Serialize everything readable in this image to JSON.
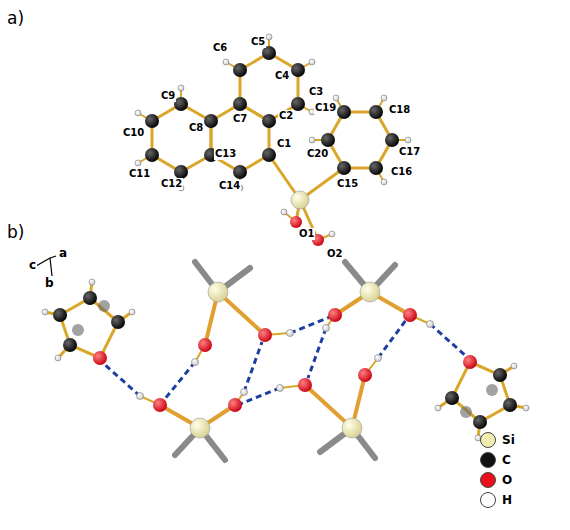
{
  "diagram": {
    "labels": [
      "a)",
      "C5",
      "C6",
      "C4",
      "C9",
      "C7",
      "C3",
      "C19",
      "C18",
      "C8",
      "C2",
      "C20",
      "C16",
      "C17",
      "C10",
      "C1",
      "C13",
      "C15",
      "C11",
      "C12",
      "C14",
      "O1",
      "O2",
      "b)",
      "c",
      "a",
      "b"
    ],
    "legend": [
      {
        "text": "Si",
        "color": "#f2eeb0"
      },
      {
        "text": "C",
        "color": "#111111"
      },
      {
        "text": "O",
        "color": "#e8101a"
      },
      {
        "text": "H",
        "color": "#ffffff"
      }
    ]
  }
}
